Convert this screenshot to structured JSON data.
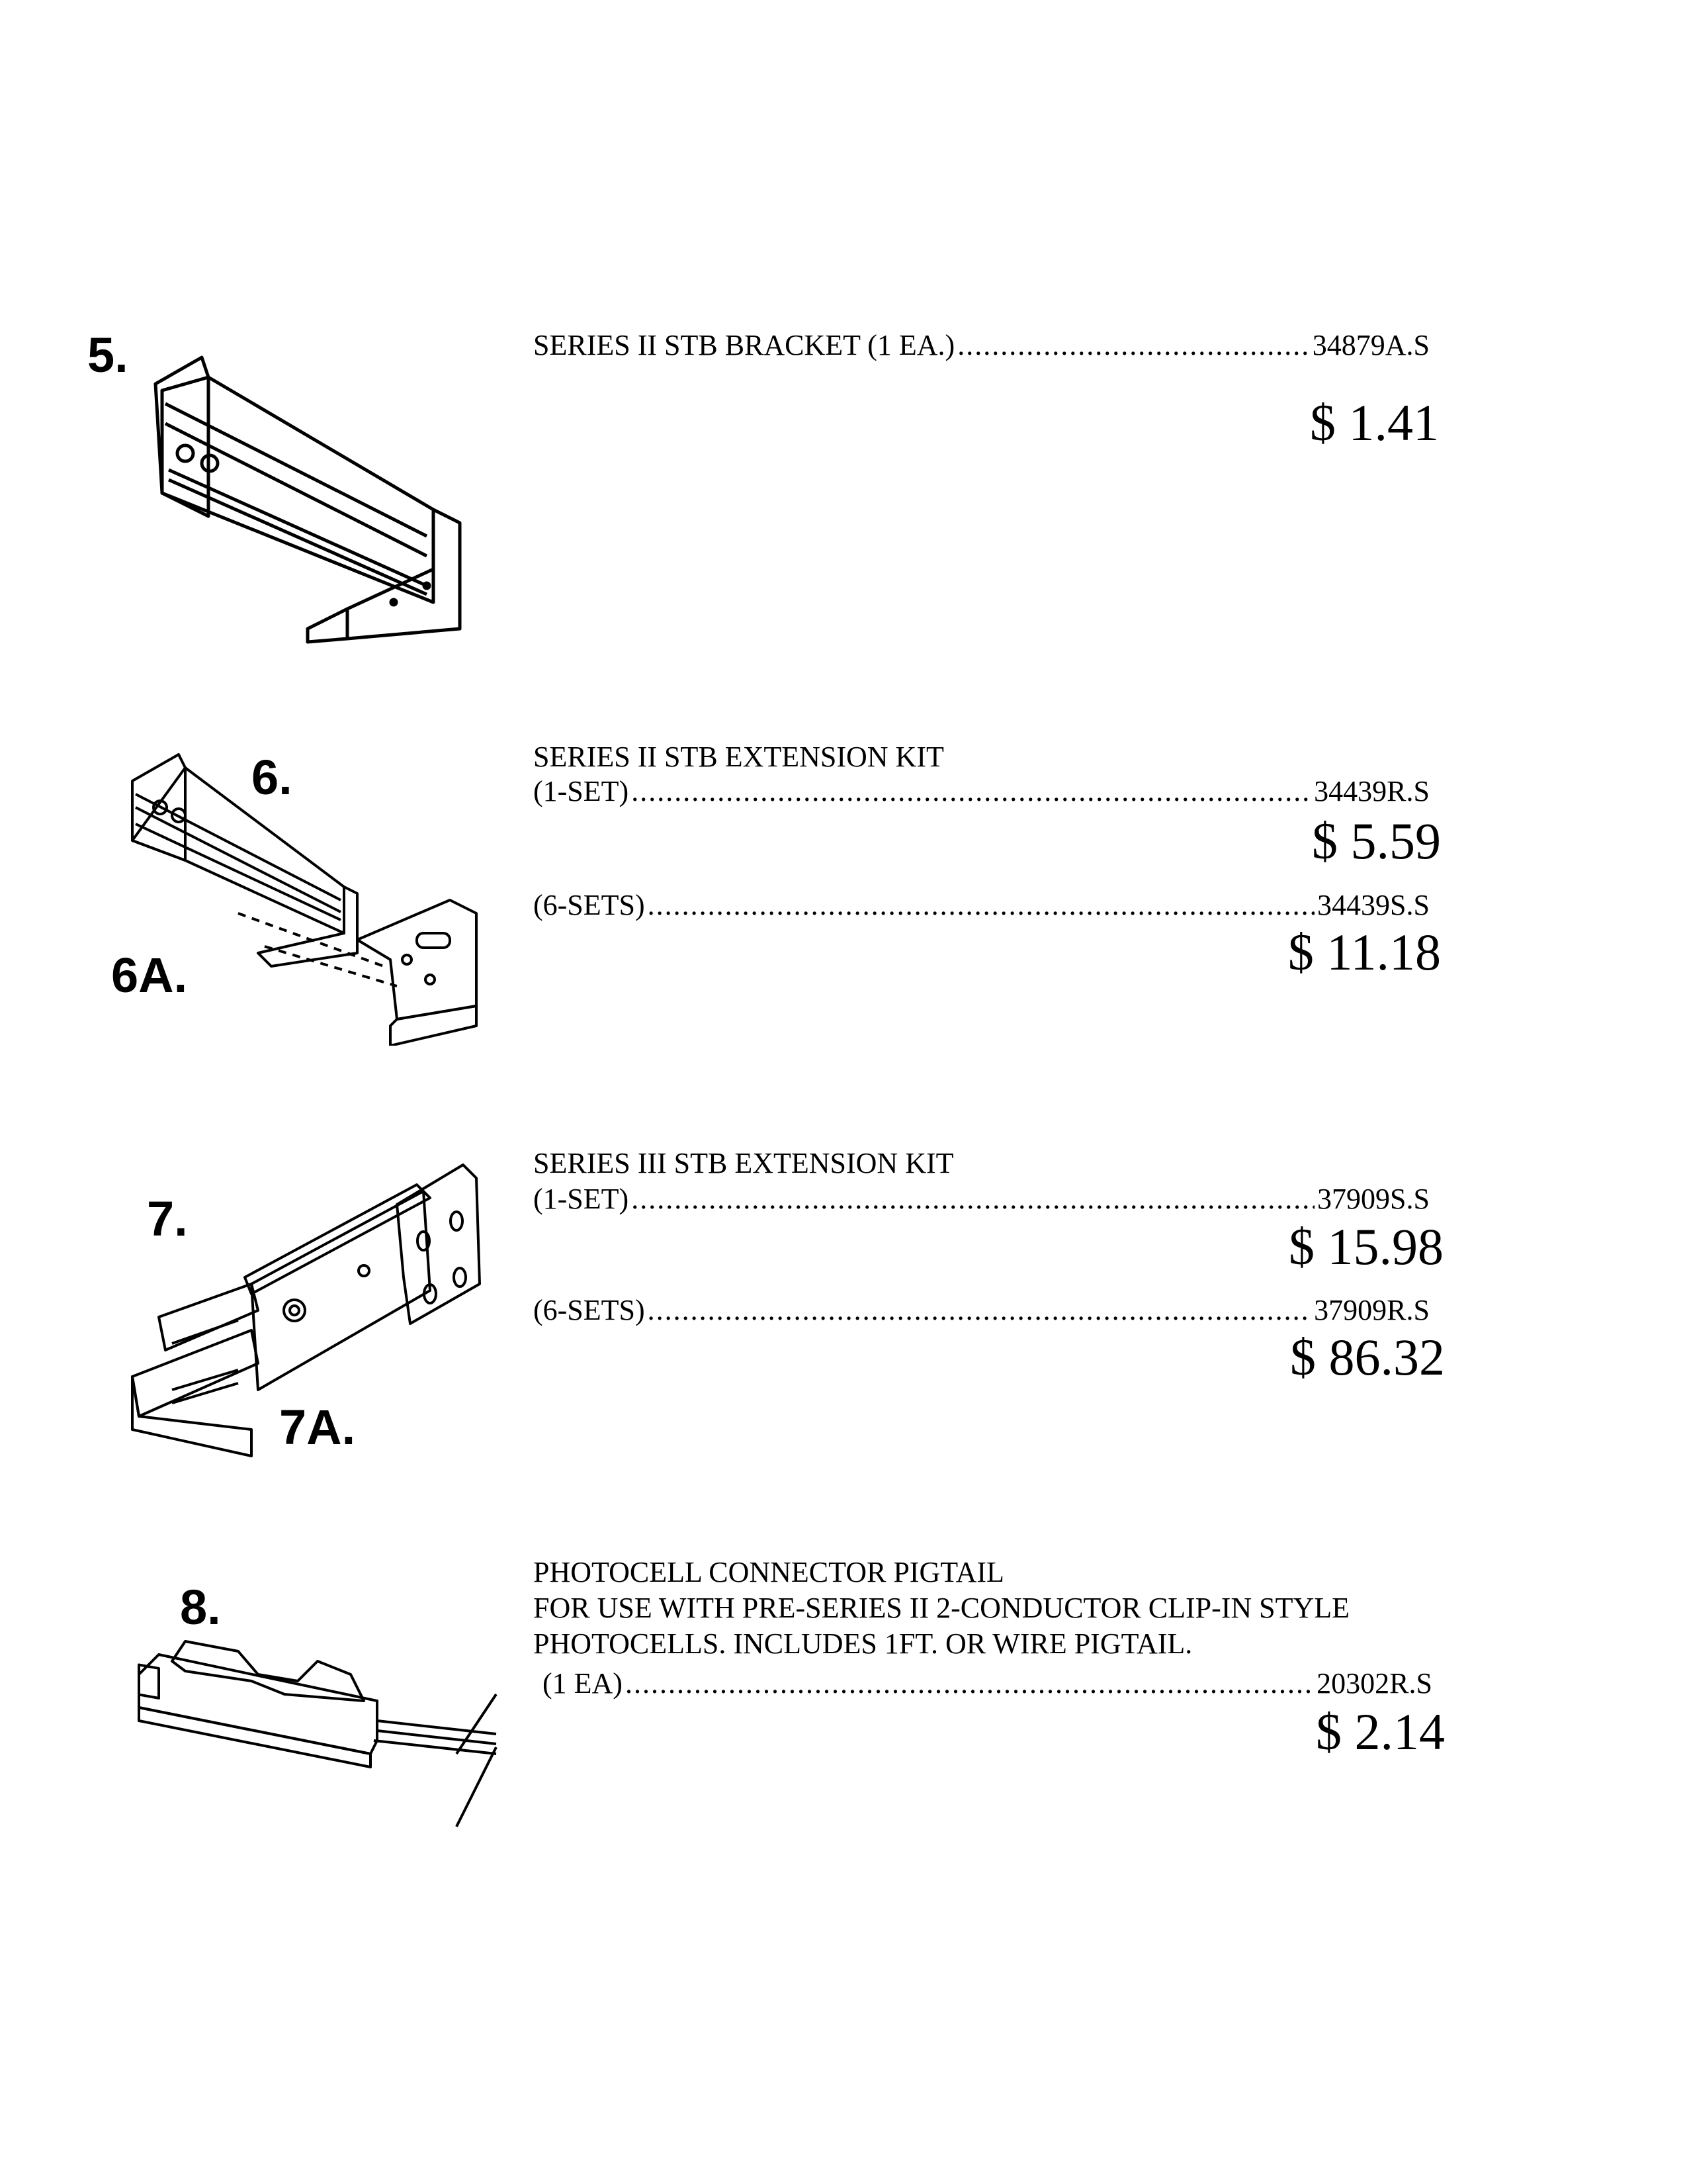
{
  "items": [
    {
      "number": "5.",
      "rows": [
        {
          "label": "SERIES II STB BRACKET (1 EA.)",
          "code": "34879A.S",
          "price": "$ 1.41"
        }
      ]
    },
    {
      "number": "6.",
      "alt_number": "6A.",
      "title": "SERIES II STB EXTENSION KIT",
      "rows": [
        {
          "label": "(1-SET)",
          "code": "34439R.S",
          "price": "$ 5.59"
        },
        {
          "label": "(6-SETS)",
          "code": "34439S.S",
          "price": "$ 11.18"
        }
      ]
    },
    {
      "number": "7.",
      "alt_number": "7A.",
      "title": "SERIES III STB EXTENSION KIT",
      "rows": [
        {
          "label": "(1-SET)",
          "code": "37909S.S",
          "price": "$ 15.98"
        },
        {
          "label": "(6-SETS)",
          "code": "37909R.S",
          "price": "$ 86.32"
        }
      ]
    },
    {
      "number": "8.",
      "title_lines": [
        "PHOTOCELL CONNECTOR PIGTAIL",
        "FOR USE WITH PRE-SERIES II 2-CONDUCTOR CLIP-IN STYLE",
        "PHOTOCELLS. INCLUDES 1FT. OR WIRE PIGTAIL."
      ],
      "rows": [
        {
          "label": "(1 EA)",
          "code": "20302R.S",
          "price": "$ 2.14"
        }
      ]
    }
  ],
  "leader": "........................................................................................................................................................................"
}
